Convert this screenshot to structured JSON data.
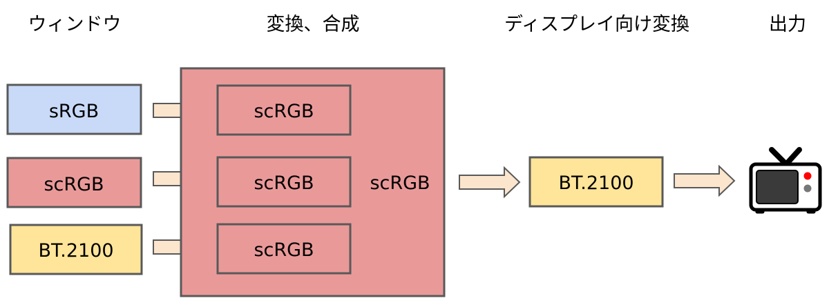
{
  "headings": {
    "window": "ウィンドウ",
    "compose": "変換、合成",
    "display_convert": "ディスプレイ向け変換",
    "output": "出力"
  },
  "windows": {
    "srgb": "sRGB",
    "scrgb": "scRGB",
    "bt2100": "BT.2100"
  },
  "compositor": {
    "label": "scRGB",
    "inner": [
      "scRGB",
      "scRGB",
      "scRGB"
    ]
  },
  "display_box": "BT.2100",
  "output_icon": "tv-icon",
  "colors": {
    "srgb_fill": "#c9daf8",
    "scrgb_fill": "#ea9999",
    "bt2100_fill": "#ffe599",
    "arrow_fill": "#fce5cd",
    "stroke": "#595959",
    "tv_body": "#ffffff",
    "tv_screen": "#3a3a3a",
    "tv_dot_red": "#ff0000",
    "tv_dot_gray": "#777777"
  }
}
